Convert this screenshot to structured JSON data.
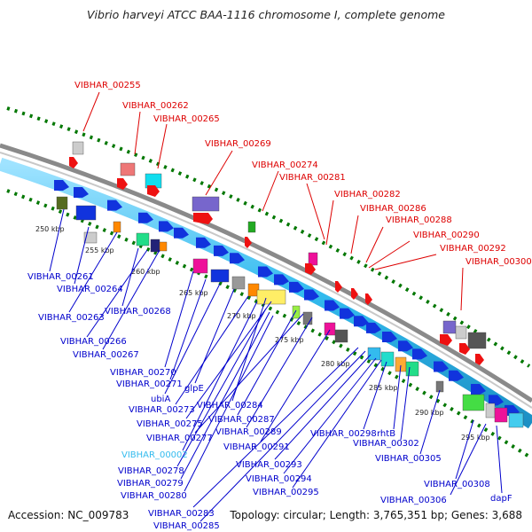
{
  "header": {
    "title": "Vibrio harveyi ATCC BAA-1116 chromosome I, complete genome"
  },
  "footer": {
    "accession": "Accession: NC_009783",
    "summary": "Topology: circular; Length: 3,765,351 bp; Genes: 3,688"
  },
  "colors": {
    "forward_label": "#dd0000",
    "reverse_label": "#0000cc",
    "highlight_label": "#33bbee",
    "backbone": "#888888",
    "tick": "#007700",
    "cds_track": "#33bbee",
    "arrow": "#1133dd"
  },
  "ruler": {
    "ticks": [
      "250 kbp",
      "255 kbp",
      "260 kbp",
      "265 kbp",
      "270 kbp",
      "275 kbp",
      "280 kbp",
      "285 kbp",
      "290 kbp",
      "295 kbp"
    ]
  },
  "gene_labels": {
    "forward": [
      "VIBHAR_00255",
      "VIBHAR_00262",
      "VIBHAR_00265",
      "VIBHAR_00269",
      "VIBHAR_00274",
      "VIBHAR_00281",
      "VIBHAR_00282",
      "VIBHAR_00286",
      "VIBHAR_00288",
      "VIBHAR_00290",
      "VIBHAR_00292",
      "VIBHAR_00300"
    ],
    "reverse": [
      "VIBHAR_00261",
      "VIBHAR_00264",
      "VIBHAR_00263",
      "VIBHAR_00268",
      "VIBHAR_00266",
      "VIBHAR_00267",
      "VIBHAR_00270",
      "VIBHAR_00271",
      "ubiA",
      "glpE",
      "VIBHAR_00273",
      "VIBHAR_00284",
      "VIBHAR_00275",
      "VIBHAR_00287",
      "VIBHAR_00277",
      "VIBHAR_00289",
      "VIBHAR_00002",
      "VIBHAR_00291",
      "VIBHAR_00278",
      "VIBHAR_00279",
      "VIBHAR_00280",
      "VIBHAR_00283",
      "VIBHAR_00285",
      "VIBHAR_00293",
      "VIBHAR_00294",
      "VIBHAR_00295",
      "VIBHAR_00298",
      "rhtB",
      "VIBHAR_00302",
      "VIBHAR_00305",
      "VIBHAR_00308",
      "VIBHAR_00306",
      "dapF"
    ]
  }
}
